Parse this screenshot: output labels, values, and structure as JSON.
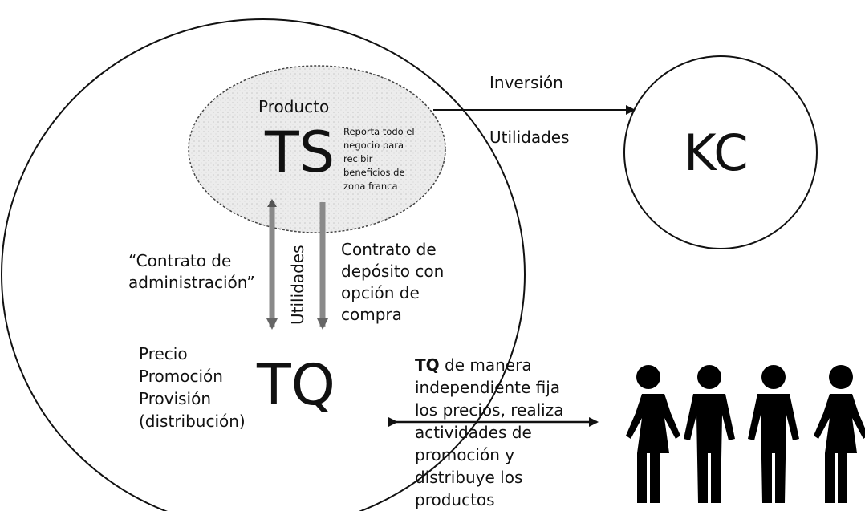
{
  "ts": {
    "label": "TS",
    "product": "Producto",
    "note": [
      "Reporta todo el",
      "negocio para",
      "recibir",
      "beneficios de",
      "zona franca"
    ]
  },
  "tq": {
    "label": "TQ",
    "functions": [
      "Precio",
      "Promoción",
      "Provisión",
      "(distribución)"
    ]
  },
  "kc": {
    "label": "KC"
  },
  "flows": {
    "investment": "Inversión",
    "profits": "Utilidades",
    "profits_vertical": "Utilidades"
  },
  "contracts": {
    "administration": [
      "“Contrato de",
      "administración”"
    ],
    "deposit": [
      "Contrato de",
      "depósito con",
      "opción de",
      "compra"
    ]
  },
  "tq_note": {
    "bold": "TQ",
    "rest_first": " de manera",
    "lines": [
      "independiente fija",
      "los precios, realiza",
      "actividades de",
      "promoción y",
      "distribuye los",
      "productos"
    ]
  },
  "colors": {
    "outline": "#111111",
    "ts_fill": "#e6e6e6",
    "arrow_gray": "#8a8a8a",
    "people": "#000000"
  },
  "icons": [
    "person-female-icon",
    "person-male-icon",
    "person-male-icon",
    "person-female-icon"
  ]
}
